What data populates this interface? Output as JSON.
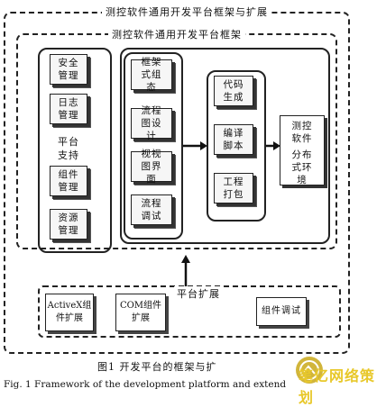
{
  "outer": {
    "title": "测控软件通用开发平台框架与扩展"
  },
  "inner": {
    "title": "测控软件通用开发平台框架"
  },
  "support": {
    "items": [
      "安全管理",
      "日志管理",
      "组件管理",
      "资源管理"
    ],
    "label": "平台支持"
  },
  "design": {
    "items": [
      "框架式组态",
      "流程图设计",
      "视视图界面",
      "流程调试"
    ]
  },
  "generate": {
    "items": [
      "代码生成",
      "编译脚本",
      "工程打包"
    ]
  },
  "output": {
    "line1": "测控软件",
    "line2": "分布式环境"
  },
  "extension": {
    "label": "平台扩展",
    "items": [
      "ActiveX组件扩展",
      "COM组件扩展",
      "组件调试"
    ]
  },
  "caption": {
    "cn": "图1   开发平台的框架与扩",
    "en": "Fig. 1    Framework of the development platform and extend"
  },
  "watermark": {
    "brand": "笔亿网络策划"
  }
}
